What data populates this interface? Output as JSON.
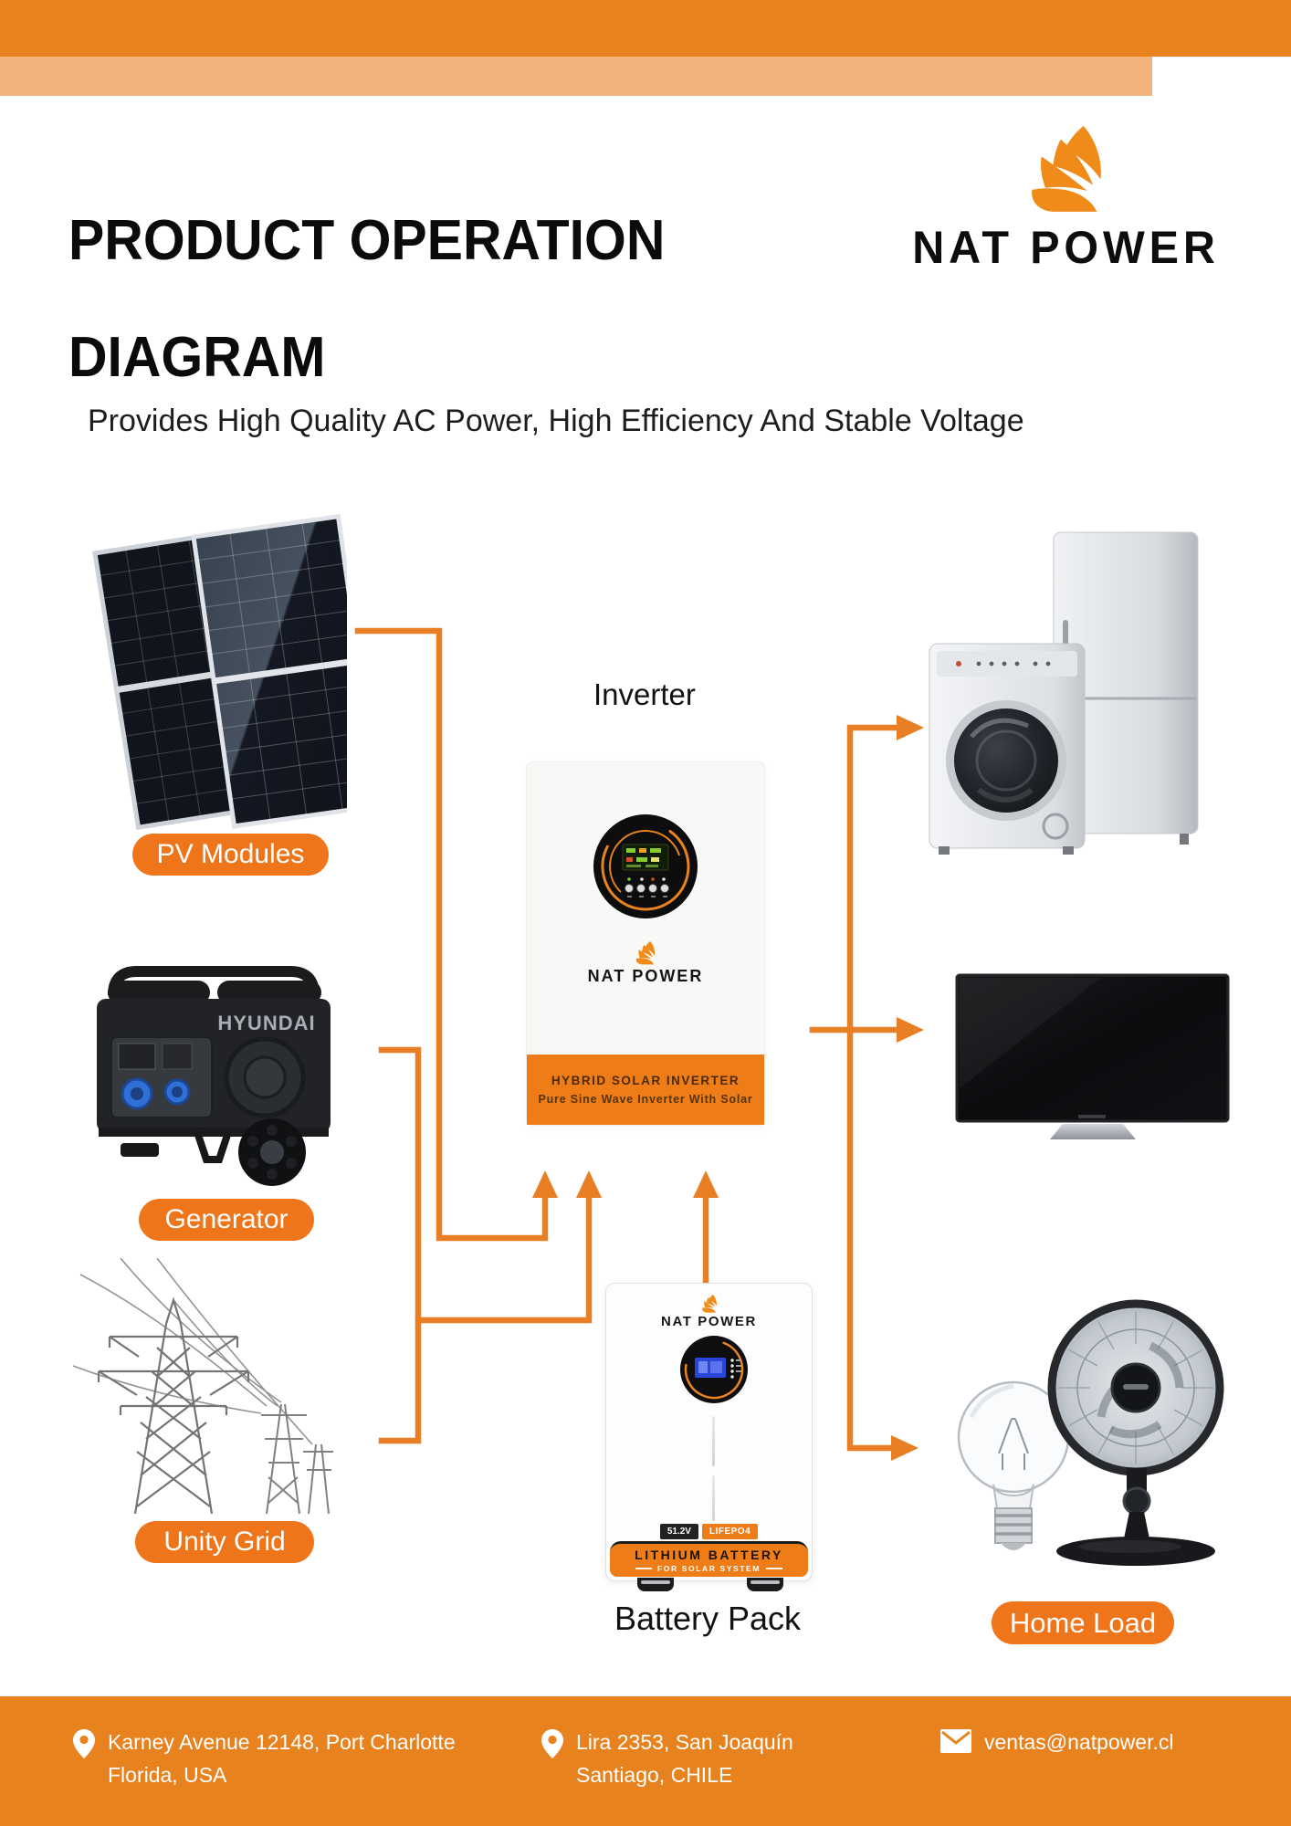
{
  "header": {
    "title_line1": "PRODUCT OPERATION",
    "title_line2": "DIAGRAM",
    "brand": "NAT POWER",
    "logo_icon": "wing-icon"
  },
  "intro": {
    "subtitle": "Provides High Quality AC Power, High Efficiency And Stable Voltage"
  },
  "colors": {
    "orange_dark": "#E8821E",
    "orange_light": "#F3B37C",
    "orange_pill": "#EE7519",
    "orange_arrow": "#E87F24",
    "logo_orange": "#F08A18"
  },
  "diagram": {
    "pv": {
      "label": "PV Modules"
    },
    "generator": {
      "label": "Generator",
      "brand": "HYUNDAI"
    },
    "grid": {
      "label": "Unity Grid"
    },
    "inverter": {
      "caption": "Inverter",
      "brand": "NAT POWER",
      "band_title": "HYBRID SOLAR INVERTER",
      "band_subtitle": "Pure Sine Wave Inverter With Solar"
    },
    "battery": {
      "caption": "Battery Pack",
      "brand": "NAT POWER",
      "voltage_badge": "51.2V",
      "chemistry_badge": "LIFEPO4",
      "band_title": "LITHIUM BATTERY",
      "band_subtitle": "FOR SOLAR SYSTEM"
    },
    "home": {
      "label": "Home Load"
    }
  },
  "footer": {
    "location_icon": "map-pin-icon",
    "email_icon": "envelope-icon",
    "address_usa_line1": "Karney Avenue 12148, Port Charlotte",
    "address_usa_line2": "Florida, USA",
    "address_chile_line1": "Lira 2353, San Joaquín",
    "address_chile_line2": "Santiago, CHILE",
    "email": "ventas@natpower.cl"
  }
}
